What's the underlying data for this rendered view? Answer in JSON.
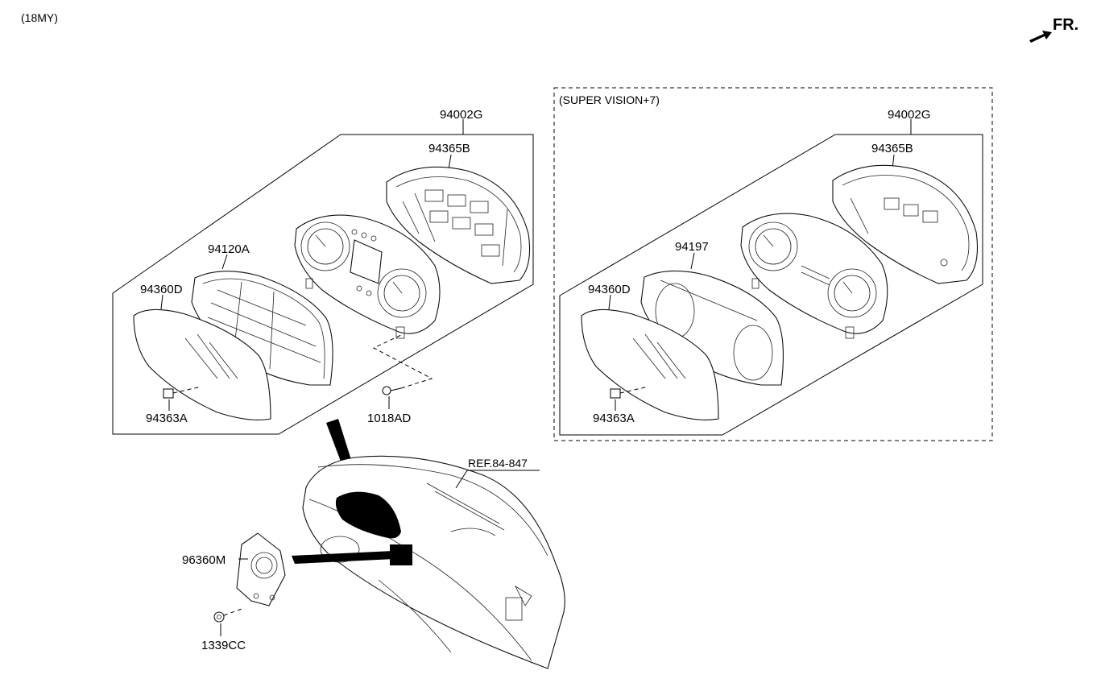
{
  "header": {
    "model_year": "(18MY)",
    "front_indicator": "FR."
  },
  "left_group": {
    "labels": {
      "assembly": "94002G",
      "case": "94365B",
      "window_frame": "94120A",
      "glass": "94360D",
      "clip": "94363A",
      "screw": "1018AD"
    }
  },
  "right_group": {
    "title": "(SUPER VISION+7)",
    "labels": {
      "assembly": "94002G",
      "case": "94365B",
      "window_frame": "94197",
      "glass": "94360D",
      "clip": "94363A"
    }
  },
  "dashboard": {
    "reference": "REF.84-847",
    "labels": {
      "module": "96360M",
      "nut": "1339CC"
    }
  }
}
